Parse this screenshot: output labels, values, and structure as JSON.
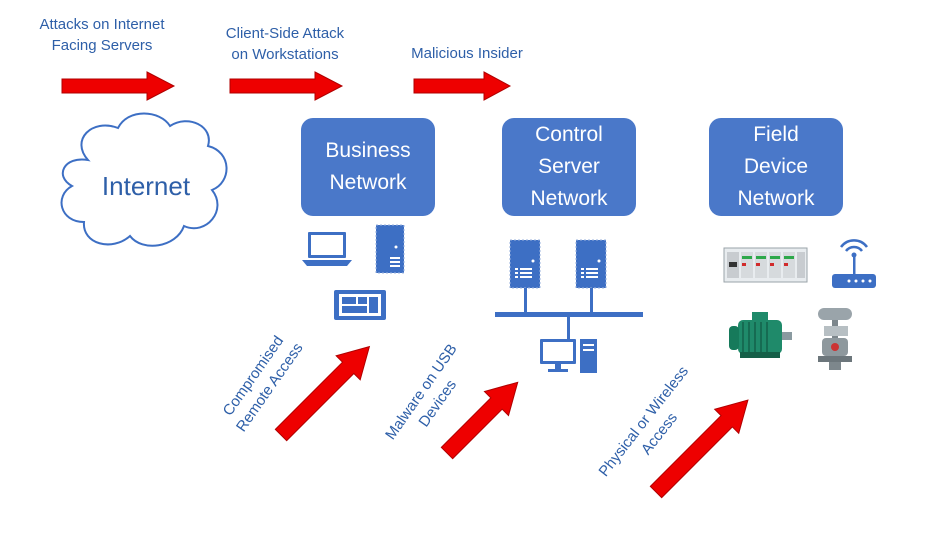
{
  "top_labels": {
    "internet_attacks": "Attacks on Internet\nFacing Servers",
    "client_side": "Client-Side Attack\non Workstations",
    "insider": "Malicious Insider"
  },
  "cloud": {
    "label": "Internet"
  },
  "networks": {
    "business": "Business\nNetwork",
    "control": "Control\nServer\nNetwork",
    "field": "Field\nDevice\nNetwork"
  },
  "bottom_labels": {
    "remote": "Compromised\nRemote Access",
    "usb": "Malware on USB\nDevices",
    "physical": "Physical or Wireless\nAccess"
  },
  "colors": {
    "arrow": "#ee0000",
    "box": "#4a78c9",
    "text": "#2e5fa8",
    "icon": "#3d6fc4"
  }
}
